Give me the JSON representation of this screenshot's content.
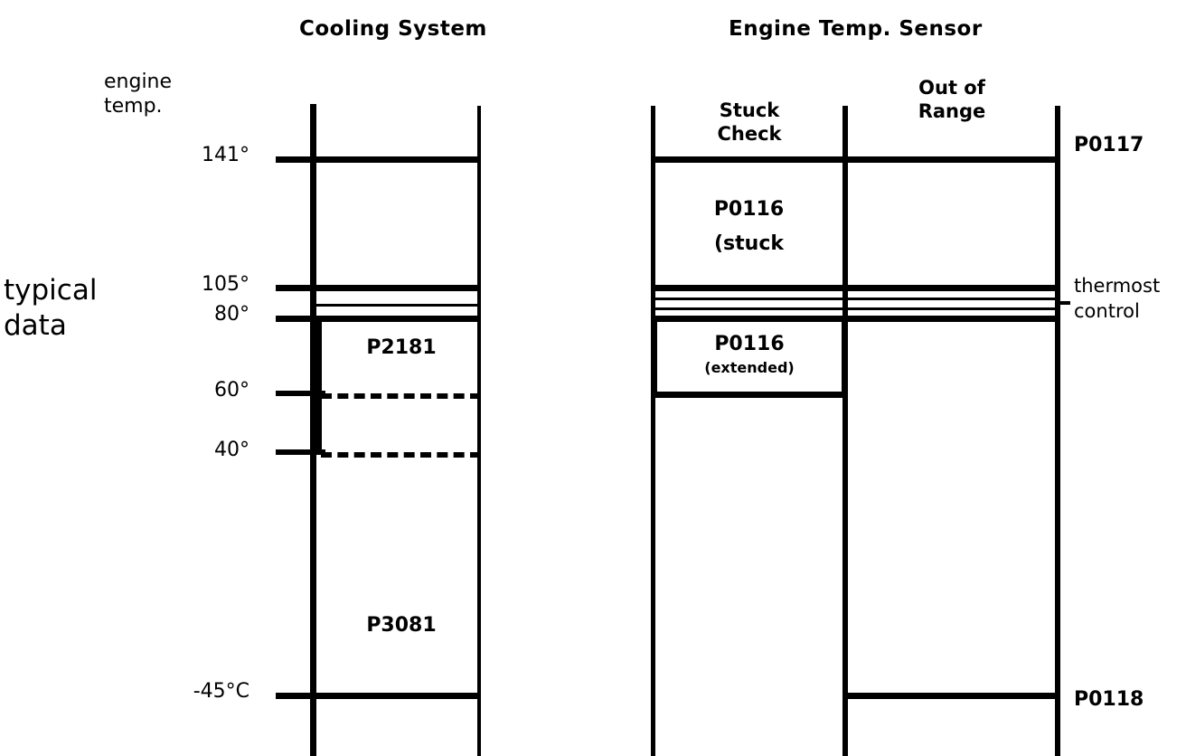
{
  "diagram": {
    "axis_caption": "engine\ntemp.",
    "axis_caption_line1": "engine",
    "axis_caption_line2": "temp.",
    "side_caption_line1": "typical",
    "side_caption_line2": "data",
    "ticks": [
      {
        "label": "141°",
        "value": 141
      },
      {
        "label": "105°",
        "value": 105
      },
      {
        "label": "80°",
        "value": 80
      },
      {
        "label": "60°",
        "value": 60
      },
      {
        "label": "40°",
        "value": 40
      },
      {
        "label": "-45°C",
        "value": -45
      }
    ]
  },
  "panels": [
    {
      "id": "cooling-system",
      "title": "Cooling System",
      "codes": [
        {
          "code": "P2181",
          "note": ""
        },
        {
          "code": "P3081",
          "note": ""
        }
      ]
    },
    {
      "id": "engine-temp-sensor",
      "title": "Engine Temp. Sensor",
      "columns": [
        {
          "id": "stuck-check",
          "header_line1": "Stuck",
          "header_line2": "Check"
        },
        {
          "id": "out-of-range",
          "header_line1": "Out of",
          "header_line2": "Range"
        }
      ],
      "codes": [
        {
          "code": "P0116",
          "note": "(stuck"
        },
        {
          "code": "P0116",
          "note": "(extended)"
        }
      ],
      "right_labels": [
        {
          "id": "p0117",
          "text": "P0117"
        },
        {
          "id": "p0118",
          "text": "P0118"
        }
      ],
      "side_note_line1": "thermost",
      "side_note_line2": "control"
    }
  ],
  "chart_data": {
    "type": "table",
    "title": "Engine temperature diagnostic trouble code ranges",
    "ylabel": "engine temp.",
    "yticks": [
      141,
      105,
      80,
      60,
      40,
      -45
    ],
    "ytick_labels": [
      "141°",
      "105°",
      "80°",
      "60°",
      "40°",
      "-45°C"
    ],
    "annotations": [
      "typical data",
      "thermostat control"
    ],
    "columns": [
      "Cooling System",
      "Stuck Check",
      "Out of Range"
    ],
    "bands": [
      {
        "column": "Cooling System",
        "code": "P2181",
        "from": 40,
        "to": 80,
        "style": "solid-box-dashed-bottom"
      },
      {
        "column": "Cooling System",
        "code": "P3081",
        "from": -45,
        "to": 40,
        "style": "open-box"
      },
      {
        "column": "Stuck Check",
        "code": "P0116 (stuck",
        "from": 80,
        "to": 141,
        "style": "box"
      },
      {
        "column": "Stuck Check",
        "code": "P0116 (extended)",
        "from": 60,
        "to": 80,
        "style": "heavy-box"
      },
      {
        "column": "Out of Range",
        "code": "P0117",
        "from": 141,
        "to": 141,
        "style": "upper-limit"
      },
      {
        "column": "Out of Range",
        "code": "P0118",
        "from": -45,
        "to": -45,
        "style": "lower-limit"
      }
    ],
    "thermostat_band": {
      "from": 80,
      "to": 105
    }
  },
  "colors": {
    "ink": "#000000",
    "background": "#ffffff"
  }
}
